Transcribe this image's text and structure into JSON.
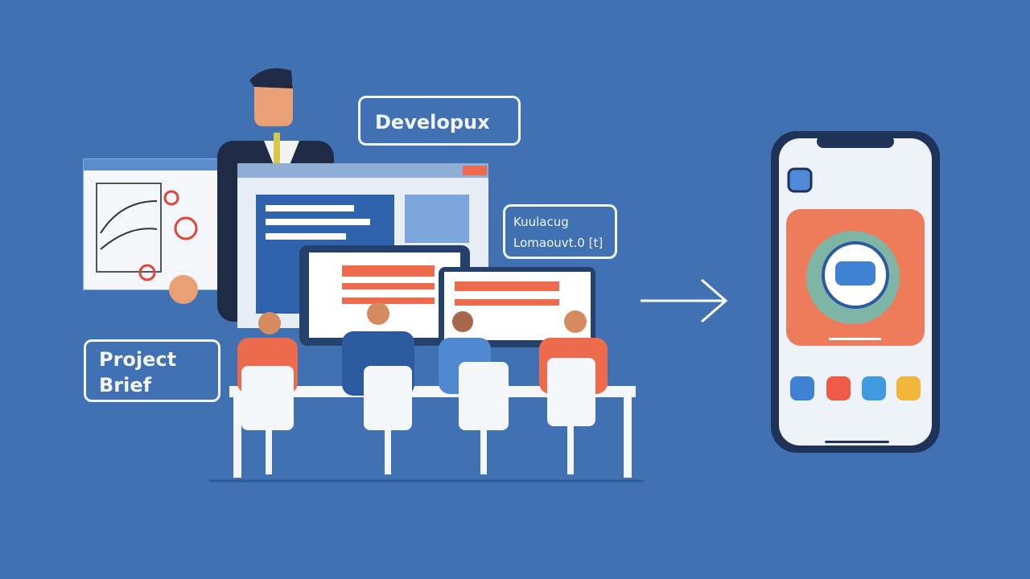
{
  "labels": {
    "developer": "Developux",
    "component_line1": "Kuulacug",
    "component_line2": "Lomaouvt.0 [t]",
    "project_brief_line1": "Project",
    "project_brief_line2": "Brief"
  },
  "colors": {
    "background": "#4071b3",
    "accent": "#ee6a4d",
    "white": "#f2f6fb",
    "navy": "#1f3358"
  }
}
